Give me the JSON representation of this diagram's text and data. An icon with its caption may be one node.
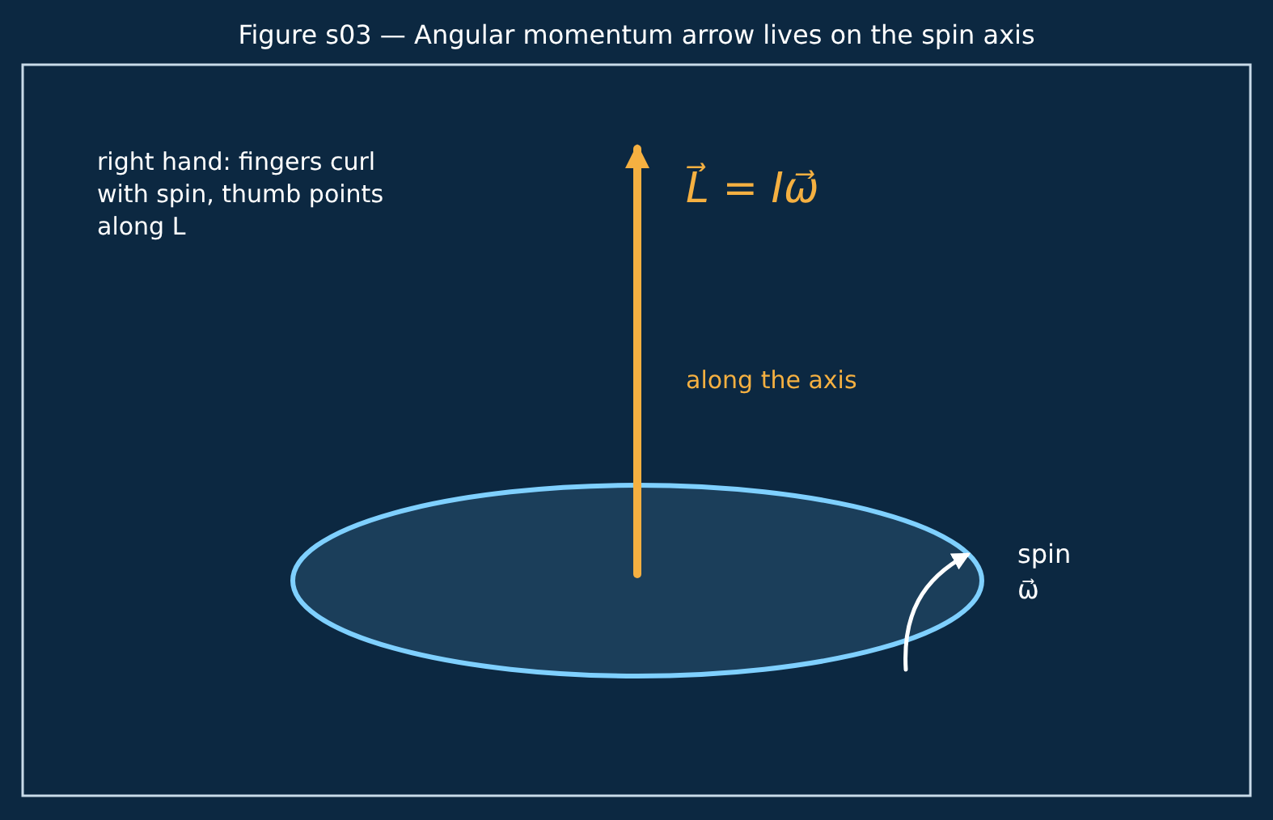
{
  "diagram": {
    "title": "Figure s03 — Angular momentum arrow lives on the spin axis",
    "labels": [
      "right hand: fingers curl with spin, thumb points along L",
      "L⃗ = Iω⃗",
      "along the axis",
      "spin ω⃗"
    ]
  }
}
